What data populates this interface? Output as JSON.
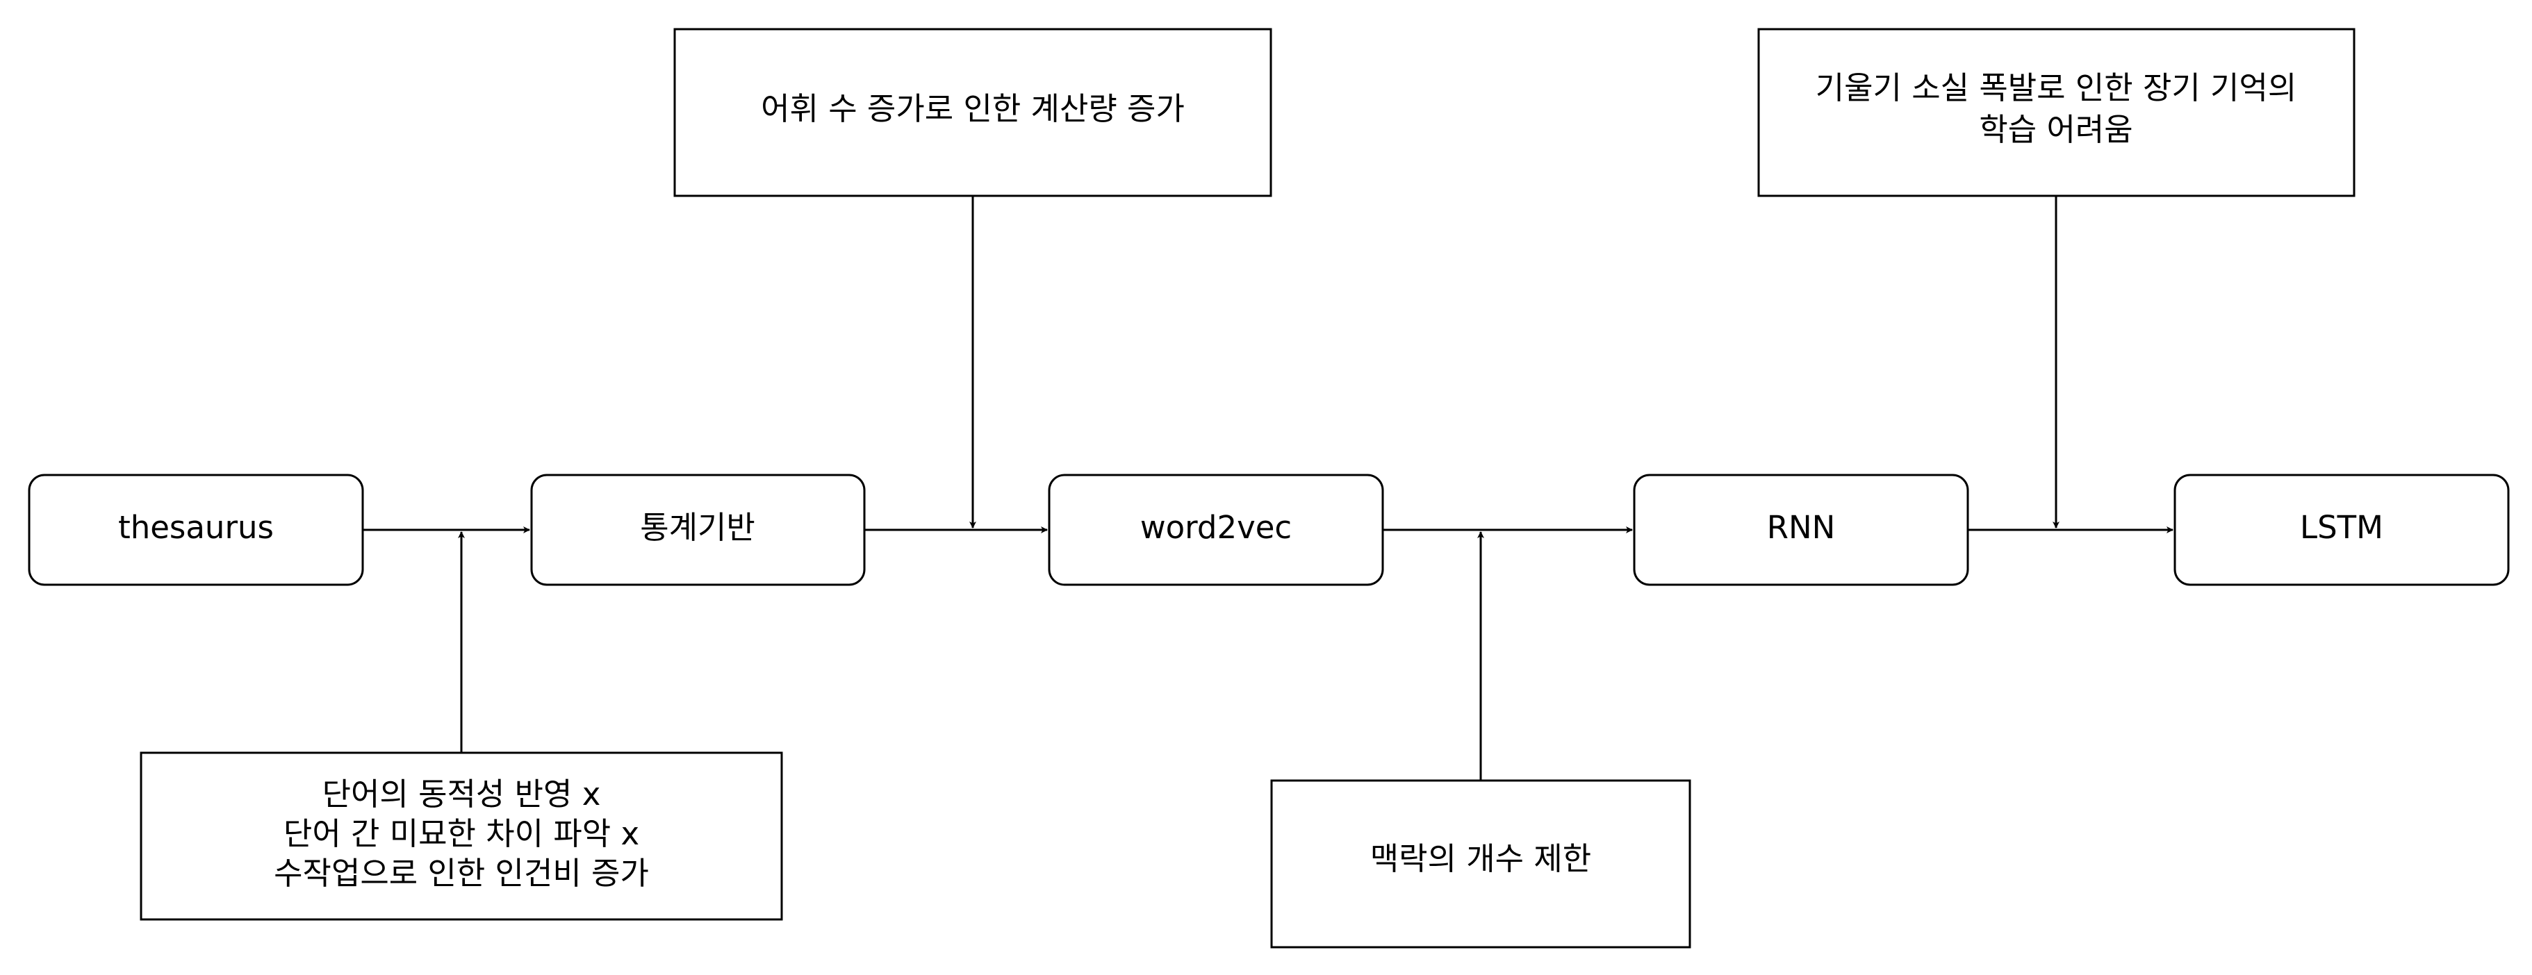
{
  "nodes": {
    "thesaurus": "thesaurus",
    "statistics": "통계기반",
    "word2vec": "word2vec",
    "rnn": "RNN",
    "lstm": "LSTM"
  },
  "limitations": {
    "thesaurus": [
      "단어의 동적성 반영 x",
      "단어 간 미묘한 차이 파악 x",
      "수작업으로 인한 인건비 증가"
    ],
    "statistics": [
      "어휘 수 증가로 인한 계산량 증가"
    ],
    "word2vec": [
      "맥락의 개수 제한"
    ],
    "rnn": [
      "기울기 소실 폭발로 인한 장기 기억의",
      "학습 어려움"
    ]
  }
}
